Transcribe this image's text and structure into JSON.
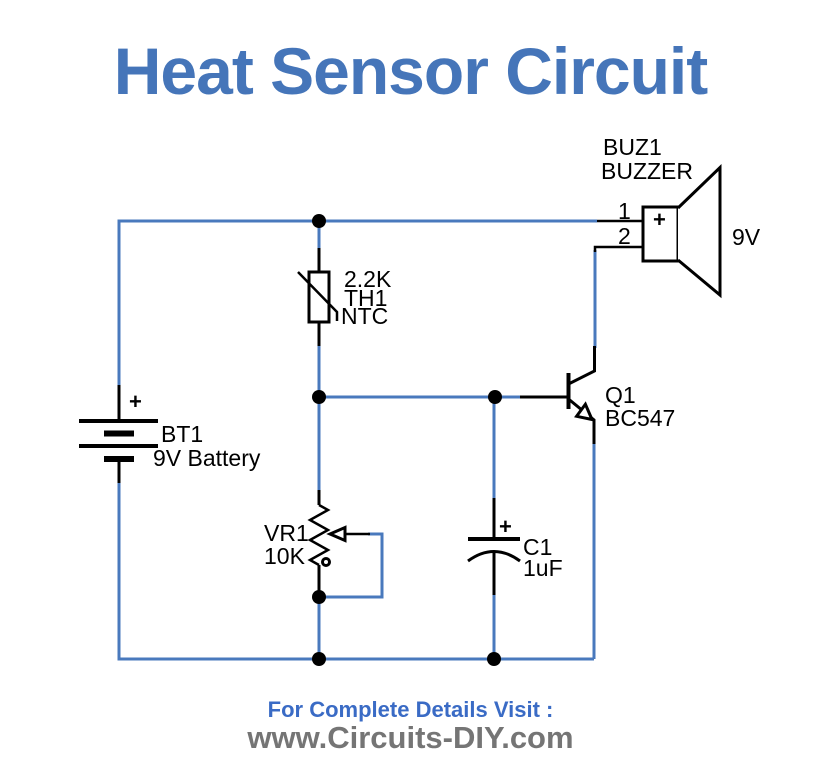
{
  "title": "Heat Sensor Circuit",
  "colors": {
    "title": "#4575b9",
    "wire": "#4979bd",
    "component": "#000000",
    "footer_link": "#3a6bc5",
    "footer_site": "#757575"
  },
  "components": {
    "battery": {
      "plus": "+",
      "ref": "BT1",
      "value": "9V Battery"
    },
    "thermistor": {
      "value": "2.2K",
      "ref": "TH1",
      "type": "NTC"
    },
    "potentiometer": {
      "ref": "VR1",
      "value": "10K"
    },
    "capacitor": {
      "plus": "+",
      "ref": "C1",
      "value": "1uF"
    },
    "transistor": {
      "ref": "Q1",
      "value": "BC547"
    },
    "buzzer": {
      "ref": "BUZ1",
      "name": "BUZZER",
      "pin1": "1",
      "pin2": "2",
      "plus": "+",
      "voltage": "9V"
    }
  },
  "footer": {
    "line1": "For Complete Details Visit :",
    "line2": "www.Circuits-DIY.com"
  }
}
